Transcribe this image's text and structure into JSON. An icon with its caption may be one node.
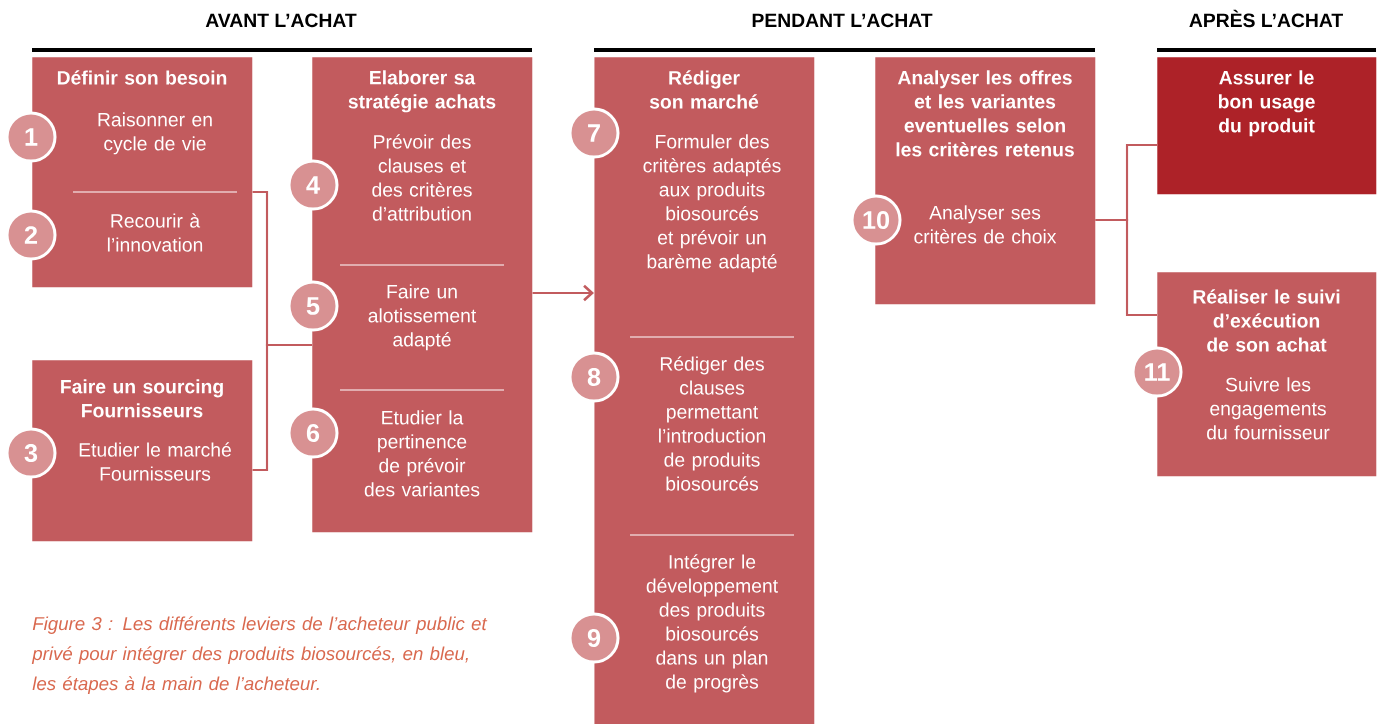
{
  "diagram": {
    "caption": "Figure 3 : Les différents leviers de l’acheteur public et privé pour intégrer des produits biosourcés, en bleu, les étapes à la main de l’acheteur.",
    "nodes": [
      {
        "text": [
          "Définir son besoin",
          "Raisonner en cycle de vie",
          "Recourir à l’innovation"
        ]
      },
      {
        "text": [
          "Faire un sourcing Fournisseurs",
          "Etudier le marché Fournisseurs"
        ]
      },
      {
        "text": [
          "Elaborer sa stratégie achats",
          "Prévoir des clauses et des critères d’attribution",
          "Faire un alotissement adapté",
          "Etudier la pertinence de prévoir des variantes"
        ]
      },
      {
        "text": [
          "Rédiger son marché",
          "Formuler des critères adaptés aux produits biosourcés et prévoir un barème adapté",
          "Rédiger des clauses permettant l’introduction de produits biosourcés",
          "Intégrer le développement des produits biosourcés dans un plan de progrès"
        ]
      },
      {
        "text": [
          "Analyser les offres et les variantes eventuelles selon les critères retenus",
          "Analyser ses critères de choix"
        ]
      },
      {
        "text": [
          "Assurer le bon usage du produit"
        ]
      },
      {
        "text": [
          "Réaliser le suivi d’exécution de son achat",
          "Suivre les engagements du fournisseur"
        ]
      },
      {
        "text": [
          "1"
        ]
      },
      {
        "text": [
          "2"
        ]
      },
      {
        "text": [
          "3"
        ]
      },
      {
        "text": [
          "4"
        ]
      },
      {
        "text": [
          "5"
        ]
      },
      {
        "text": [
          "6"
        ]
      },
      {
        "text": [
          "7"
        ]
      },
      {
        "text": [
          "8"
        ]
      },
      {
        "text": [
          "9"
        ]
      },
      {
        "text": [
          "10"
        ]
      },
      {
        "text": [
          "11"
        ]
      }
    ],
    "edges": [
      {
        "from": 0,
        "to": 2,
        "arrow": "none"
      },
      {
        "from": 1,
        "to": 2,
        "arrow": "none"
      },
      {
        "from": 2,
        "to": 3,
        "arrow": "to"
      },
      {
        "from": 4,
        "to": 5,
        "arrow": "none"
      },
      {
        "from": 4,
        "to": 6,
        "arrow": "none"
      }
    ],
    "labels": [
      "AVANT L’ACHAT",
      "PENDANT L’ACHAT",
      "APRÈS L’ACHAT"
    ]
  }
}
